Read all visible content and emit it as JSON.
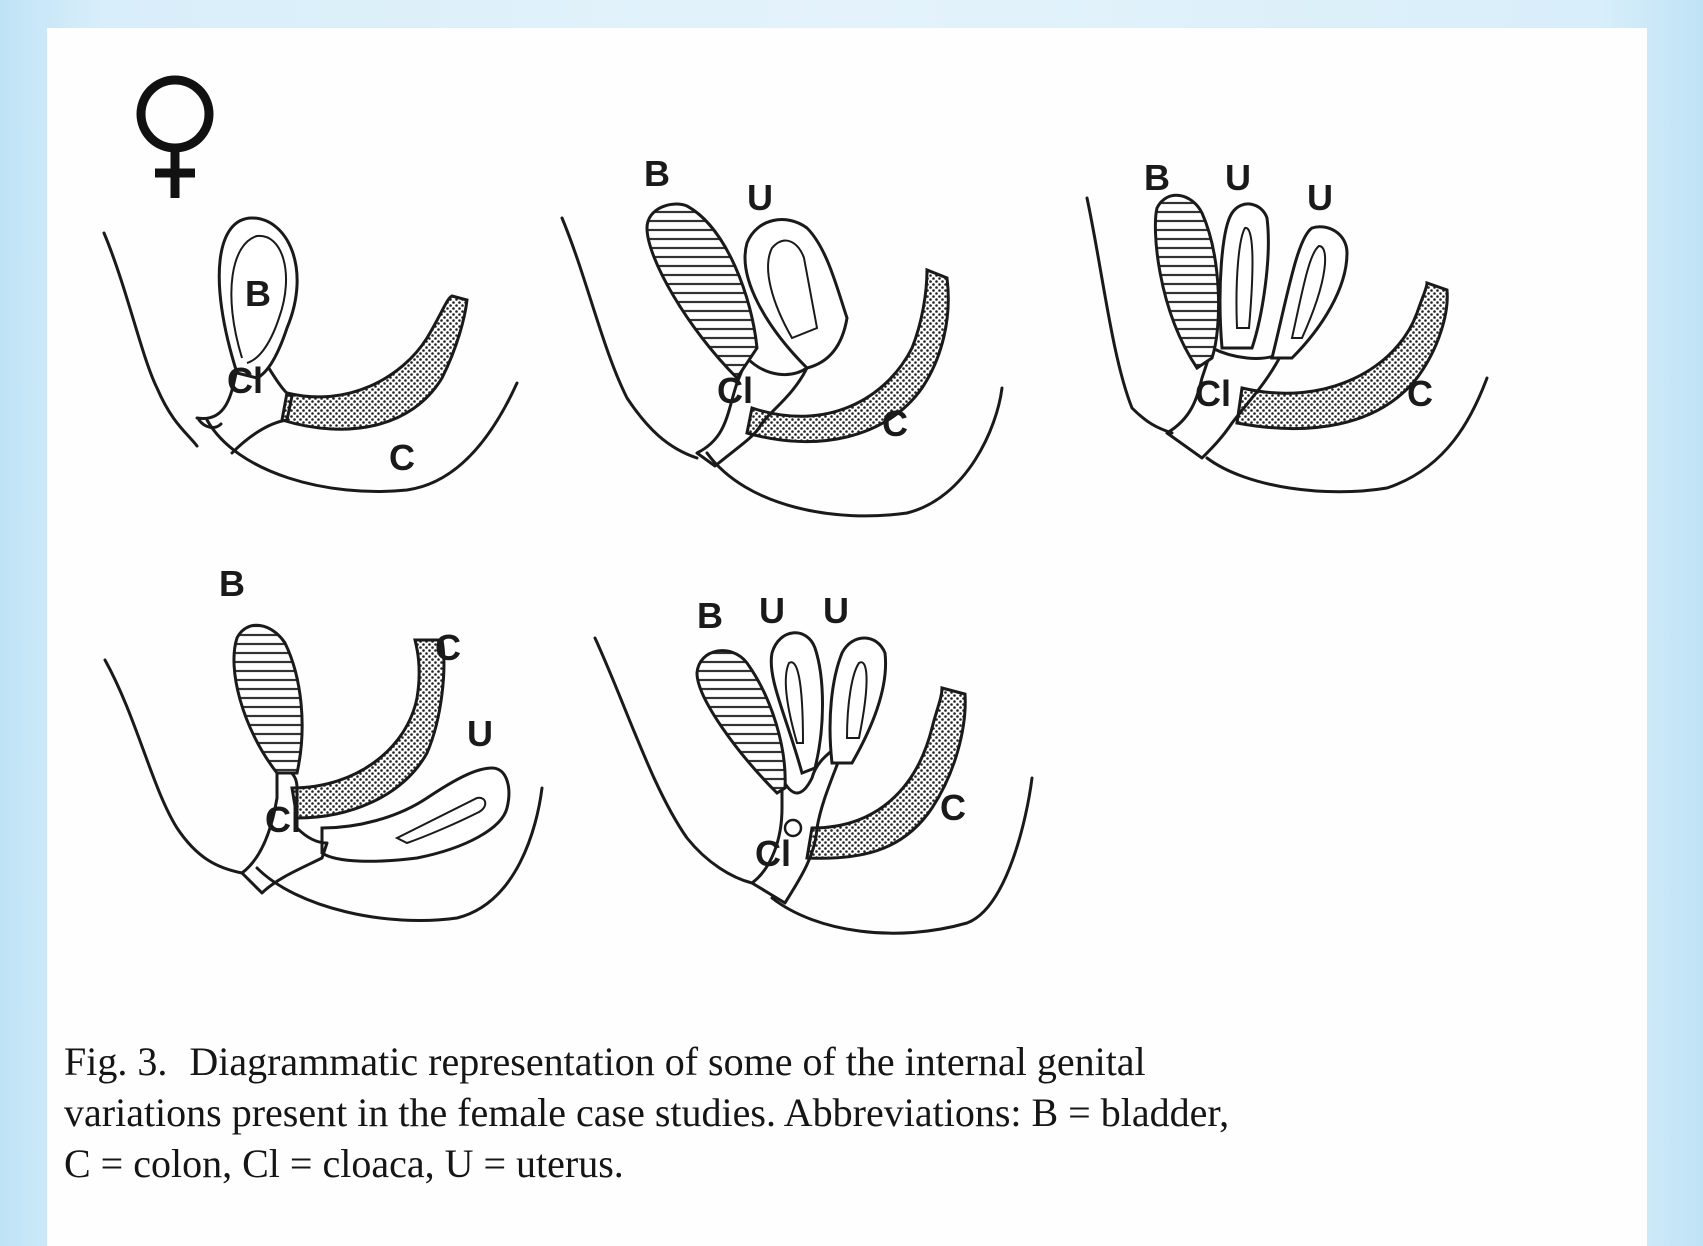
{
  "symbol": "♀",
  "diagrams": [
    {
      "labels": {
        "B": "B",
        "Cl": "Cl",
        "C": "C"
      }
    },
    {
      "labels": {
        "B": "B",
        "U": "U",
        "Cl": "Cl",
        "C": "C"
      }
    },
    {
      "labels": {
        "B": "B",
        "U1": "U",
        "U2": "U",
        "Cl": "Cl",
        "C": "C"
      }
    },
    {
      "labels": {
        "B": "B",
        "C": "C",
        "U": "U",
        "Cl": "Cl"
      }
    },
    {
      "labels": {
        "B": "B",
        "U1": "U",
        "U2": "U",
        "C": "C",
        "Cl": "Cl"
      }
    }
  ],
  "caption": {
    "fig": "Fig. 3.",
    "line1": "Diagrammatic representation of some of the internal genital",
    "line2": "variations present in the female case studies. Abbreviations: B = bladder,",
    "line3": "C = colon, Cl = cloaca, U = uterus."
  },
  "colors": {
    "background": "#d8eefa",
    "panel": "#fefefe",
    "ink": "#1a1a1a"
  }
}
